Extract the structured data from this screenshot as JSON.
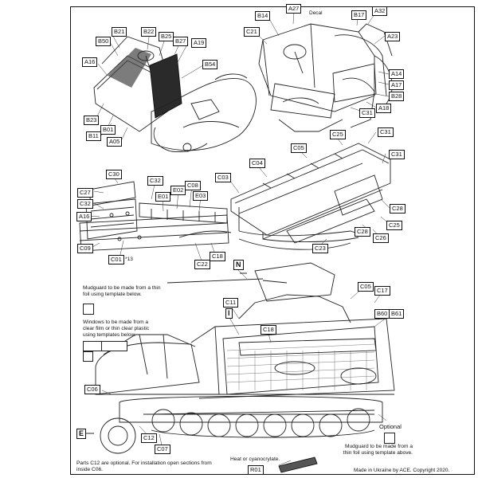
{
  "labels": {
    "A16_a": "A16",
    "B21": "B21",
    "B50": "B50",
    "B22": "B22",
    "B25": "B25",
    "B27": "B27",
    "A19": "A19",
    "B54": "B54",
    "B23": "B23",
    "B01": "B01",
    "B11": "B11",
    "A05": "A05",
    "B14": "B14",
    "A27": "A27",
    "decal": "Decal",
    "B17": "B17",
    "A32": "A32",
    "C21": "C21",
    "A23": "A23",
    "A14": "A14",
    "A17": "A17",
    "B28": "B28",
    "A18": "A18",
    "C31_a": "C31",
    "C25_a": "C25",
    "C31_b": "C31",
    "C05_a": "C05",
    "C31_c": "C31",
    "C04": "C04",
    "C03": "C03",
    "C28_a": "C28",
    "C25_b": "C25",
    "C28_b": "C28",
    "C26": "C26",
    "C23": "C23",
    "C30": "C30",
    "C27": "C27",
    "C32_a": "C32",
    "C32_b": "C32",
    "E02": "E02",
    "C08": "C08",
    "E01": "E01",
    "E03": "E03",
    "A16_b": "A16",
    "C09": "C09",
    "C01": "C01",
    "C18_a": "C18",
    "C22": "C22",
    "N": "N",
    "C05_b": "C05",
    "C17": "C17",
    "C11": "C11",
    "I": "I",
    "B60": "B60",
    "B61": "B61",
    "C18_b": "C18",
    "C06": "C06",
    "E": "E",
    "C12": "C12",
    "C07": "C07",
    "R01": "R01"
  },
  "notes": {
    "c01_mult": "*13",
    "mudguard_top": "Mudguard to be made from a thin foil using template below.",
    "windows": "Windows to be made from a clear film or thin clear plastic using templates below.",
    "optional": "Optional",
    "mudguard_bottom": "Mudguard to be made from a thin foil using template above.",
    "parts_c12": "Parts C12 are optional. For installation open sections from inside C06.",
    "heat": "Heat or cyanocrylate.",
    "made_in": "Made in Ukraine by ACE. Copyright 2020."
  }
}
